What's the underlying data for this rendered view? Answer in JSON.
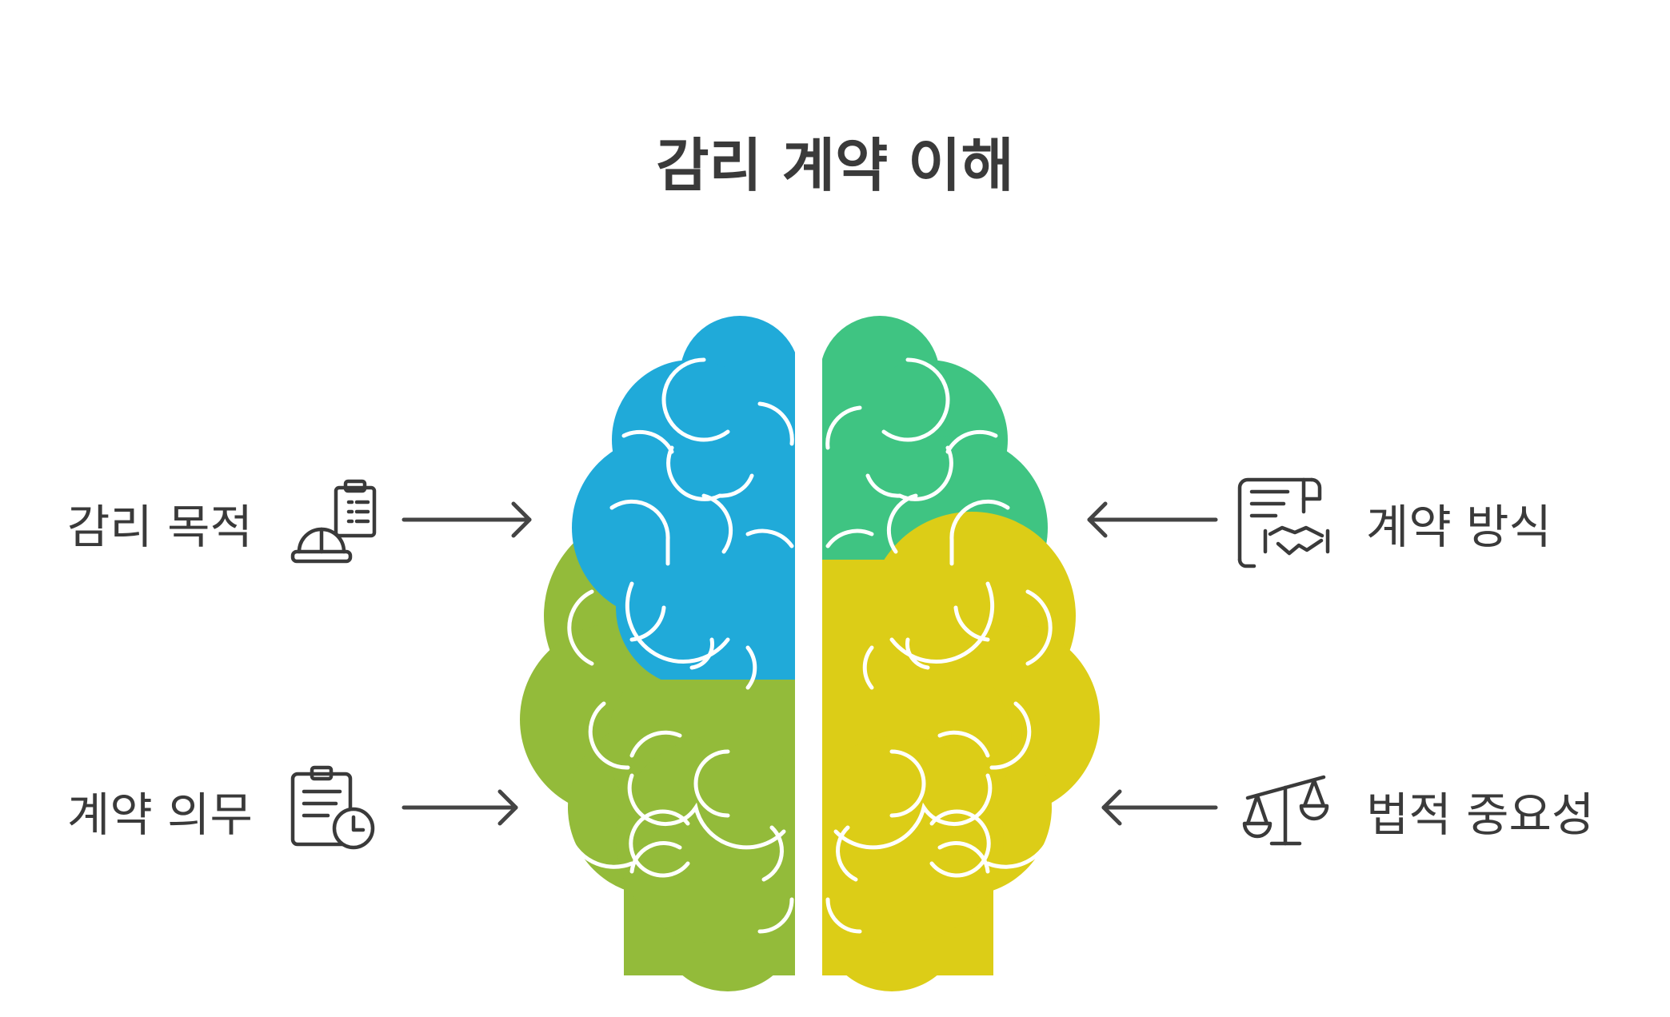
{
  "title": "감리 계약 이해",
  "items": [
    {
      "label": "감리 목적",
      "icon": "hardhat-checklist-icon",
      "side": "left",
      "lobe": "top-left",
      "color": "#20aad9"
    },
    {
      "label": "계약 방식",
      "icon": "contract-handshake-icon",
      "side": "right",
      "lobe": "top-right",
      "color": "#3fc482"
    },
    {
      "label": "계약 의무",
      "icon": "clipboard-clock-icon",
      "side": "left",
      "lobe": "bottom-left",
      "color": "#93bb3a"
    },
    {
      "label": "법적 중요성",
      "icon": "scales-icon",
      "side": "right",
      "lobe": "bottom-right",
      "color": "#dccd17"
    }
  ]
}
